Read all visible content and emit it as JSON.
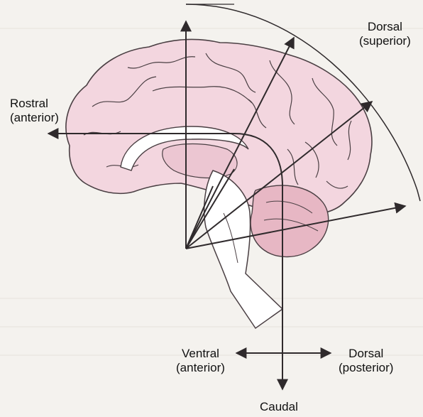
{
  "labels": {
    "rostral": {
      "line1": "Rostral",
      "line2": "(anterior)"
    },
    "dorsal_superior": {
      "line1": "Dorsal",
      "line2": "(superior)"
    },
    "ventral_anterior": {
      "line1": "Ventral",
      "line2": "(anterior)"
    },
    "dorsal_posterior": {
      "line1": "Dorsal",
      "line2": "(posterior)"
    },
    "caudal": "Caudal"
  },
  "colors": {
    "background": "#f4f2ee",
    "cortex": "#f3d6df",
    "cerebellum": "#e7b7c4",
    "outline": "#4a3f43",
    "arrow": "#2f2a2c"
  }
}
